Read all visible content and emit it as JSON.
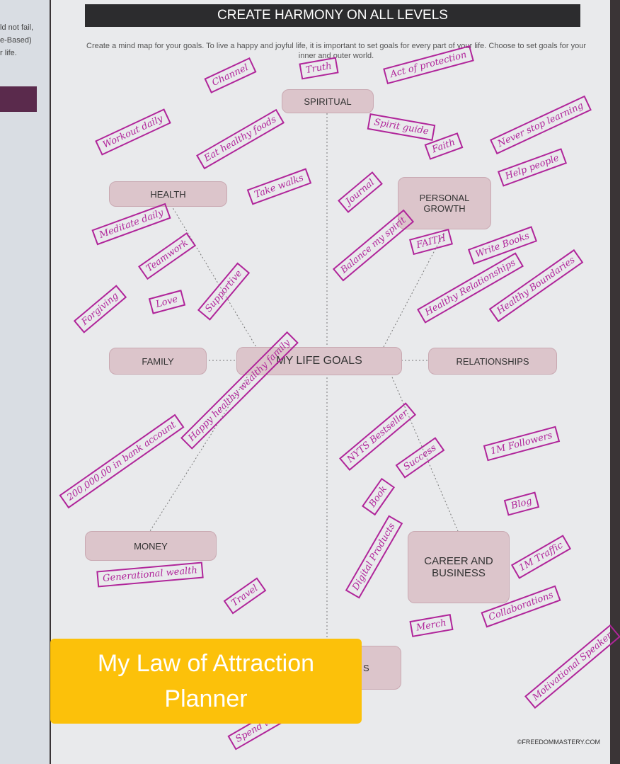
{
  "left_page": {
    "text": "ld not fail,\ne-Based)\nr life."
  },
  "banner": "CREATE HARMONY ON ALL LEVELS",
  "intro": "Create a mind map for your goals. To live a happy and joyful life, it is important to set goals for every part of your life. Choose to set goals for your inner and outer world.",
  "nodes": {
    "center": "MY LIFE GOALS",
    "spiritual": "SPIRITUAL",
    "health": "HEALTH",
    "personal_growth": "PERSONAL GROWTH",
    "family": "FAMILY",
    "relationships": "RELATIONSHIPS",
    "money": "MONEY",
    "career": "CAREER AND BUSINESS",
    "hidden": "S"
  },
  "notes": [
    "Channel",
    "Truth",
    "Act of protection",
    "Spirit guide",
    "Workout daily",
    "Eat healthy foods",
    "Take walks",
    "Meditate daily",
    "Journal",
    "Faith",
    "Never stop learning",
    "Help people",
    "Balance my spirit",
    "FAITH",
    "Write Books",
    "Teamwork",
    "Love",
    "Forgiving",
    "Supportive",
    "Healthy Relationships",
    "Healthy Boundaries",
    "Happy healthy wealthy family",
    "200,000.00 in bank account",
    "Generational wealth",
    "NYTS Bestseller",
    "Book",
    "Success",
    "1M Followers",
    "Blog",
    "1M Traffic",
    "Digital Products",
    "Merch",
    "Collaborations",
    "Travel",
    "Motivational Speaker",
    "Spend time together"
  ],
  "overlay": {
    "line1": "My Law of Attraction",
    "line2": "Planner"
  },
  "copyright": "©FREEDOMMASTERY.COM",
  "colors": {
    "ink": "#b0259a",
    "node": "#dcc5cb",
    "overlay": "#fcc10a"
  }
}
